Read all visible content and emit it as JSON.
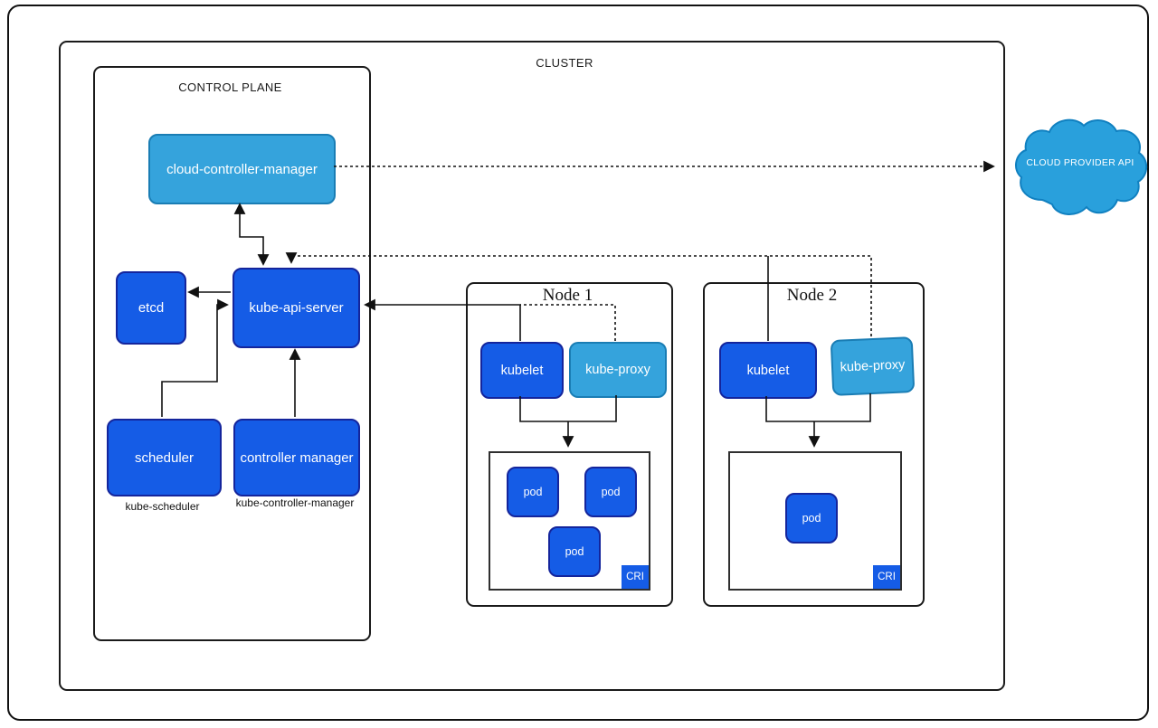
{
  "diagram": {
    "cluster_label": "CLUSTER",
    "control_plane": {
      "label": "CONTROL PLANE",
      "cloud_controller_manager": "cloud-controller-manager",
      "etcd": "etcd",
      "kube_api_server": "kube-api-server",
      "scheduler": "scheduler",
      "scheduler_caption": "kube-scheduler",
      "controller_manager": "controller manager",
      "controller_manager_caption": "kube-controller-manager"
    },
    "nodes": [
      {
        "label": "Node 1",
        "kubelet": "kubelet",
        "kube_proxy": "kube-proxy",
        "pods": [
          "pod",
          "pod",
          "pod"
        ],
        "cri": "CRI"
      },
      {
        "label": "Node 2",
        "kubelet": "kubelet",
        "kube_proxy": "kube-proxy",
        "pods": [
          "pod"
        ],
        "cri": "CRI"
      }
    ],
    "cloud_provider_api": "CLOUD PROVIDER API",
    "colors": {
      "dark_blue": "#155ce6",
      "dark_blue_border": "#14259c",
      "light_blue": "#35a3dc",
      "light_blue_border": "#1a7db4",
      "cloud_fill": "#29a0dc",
      "cloud_border": "#1080c0",
      "line_color": "#111111"
    }
  }
}
